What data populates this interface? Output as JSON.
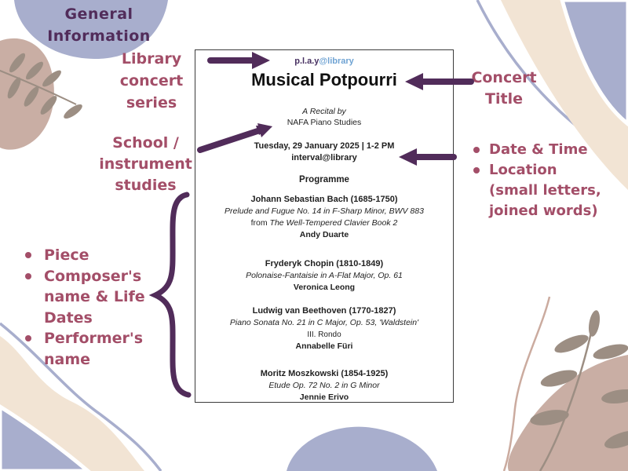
{
  "annotations": {
    "general_information": "General Information",
    "library_series": "Library concert series",
    "school_studies": "School / instrument studies",
    "concert_title": "Concert Title",
    "left_bullets": [
      "Piece",
      "Composer's name & Life Dates",
      "Performer's name"
    ],
    "right_bullets": [
      {
        "label": "Date & Time"
      },
      {
        "label": "Location",
        "note": "(small letters, joined words)"
      }
    ]
  },
  "program": {
    "logo_play": "p.l.a.y",
    "logo_library": "@library",
    "title": "Musical Potpourri",
    "recital_by": "A Recital by",
    "presenter": "NAFA Piano Studies",
    "datetime": "Tuesday, 29 January 2025 | 1-2 PM",
    "location": "interval@library",
    "heading": "Programme",
    "items": [
      {
        "composer": "Johann Sebastian Bach (1685-1750)",
        "piece": "Prelude and Fugue No. 14 in F-Sharp Minor, BWV 883",
        "piece_from": "from ",
        "piece_source": "The Well-Tempered Clavier Book 2",
        "performer": "Andy Duarte"
      },
      {
        "composer": "Fryderyk Chopin (1810-1849)",
        "piece": "Polonaise-Fantaisie in A-Flat Major, Op. 61",
        "performer": "Veronica Leong"
      },
      {
        "composer": "Ludwig van Beethoven (1770-1827)",
        "piece": "Piano Sonata No. 21 in C Major, Op. 53, 'Waldstein'",
        "movement": "III. Rondo",
        "performer": "Annabelle Füri"
      },
      {
        "composer": "Moritz Moszkowski (1854-1925)",
        "piece": "Etude Op. 72 No. 2 in G Minor",
        "performer": "Jennie Erivo"
      }
    ]
  },
  "colors": {
    "annotation_purple": "#512c5a",
    "annotation_maroon": "#a34e68",
    "lavender": "#a8aecd",
    "beige": "#f2e4d4",
    "dusty_rose": "#c9aea4",
    "leaf_gray": "#9c8e83",
    "logo_blue": "#6fa3d3",
    "logo_purple": "#473061"
  }
}
